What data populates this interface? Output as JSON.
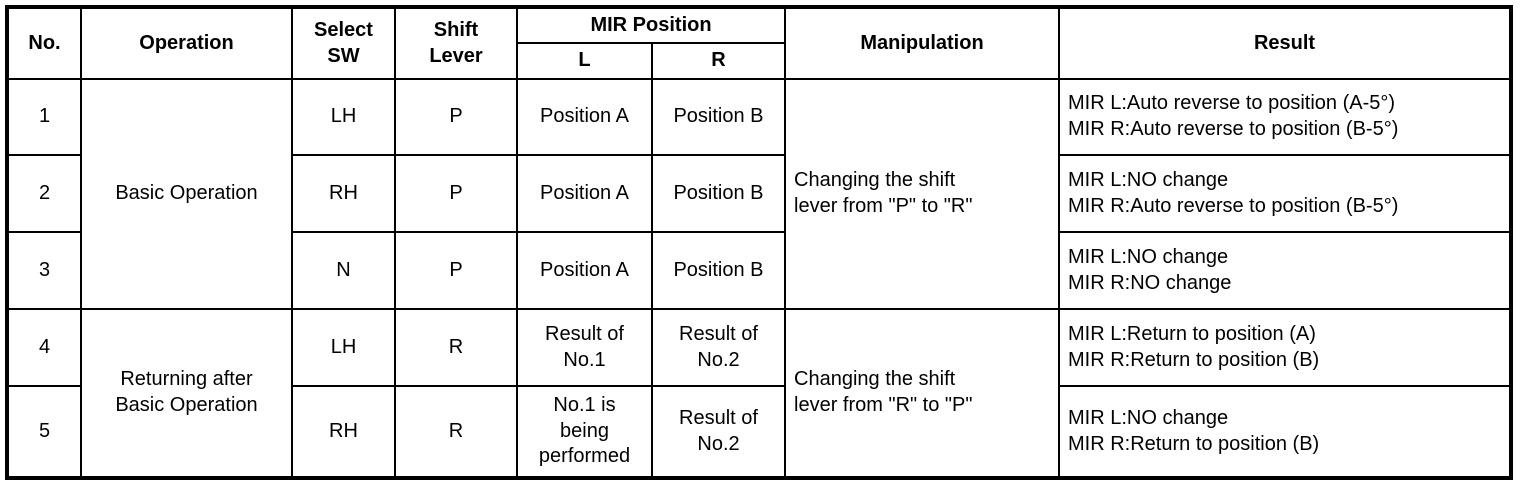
{
  "header": {
    "no": "No.",
    "operation": "Operation",
    "select_sw": [
      "Select",
      "SW"
    ],
    "shift_lever": [
      "Shift",
      "Lever"
    ],
    "mir_position": "MIR Position",
    "mir_l": "L",
    "mir_r": "R",
    "manipulation": "Manipulation",
    "result": "Result"
  },
  "groups": {
    "basic": {
      "operation": "Basic Operation",
      "manipulation": [
        "Changing the shift",
        "lever from \"P\" to \"R\""
      ]
    },
    "returning": {
      "operation": [
        "Returning after",
        "Basic Operation"
      ],
      "manipulation": [
        "Changing the shift",
        "lever from \"R\" to \"P\""
      ]
    }
  },
  "rows": [
    {
      "no": "1",
      "select_sw": "LH",
      "shift_lever": "P",
      "mir_l": "Position A",
      "mir_r": "Position B",
      "result": [
        "MIR L:Auto reverse to position (A-5°)",
        "MIR R:Auto reverse to position (B-5°)"
      ]
    },
    {
      "no": "2",
      "select_sw": "RH",
      "shift_lever": "P",
      "mir_l": "Position A",
      "mir_r": "Position B",
      "result": [
        "MIR L:NO change",
        "MIR R:Auto reverse to position (B-5°)"
      ]
    },
    {
      "no": "3",
      "select_sw": "N",
      "shift_lever": "P",
      "mir_l": "Position A",
      "mir_r": "Position B",
      "result": [
        "MIR L:NO change",
        "MIR R:NO change"
      ]
    },
    {
      "no": "4",
      "select_sw": "LH",
      "shift_lever": "R",
      "mir_l": [
        "Result of",
        "No.1"
      ],
      "mir_r": [
        "Result of",
        "No.2"
      ],
      "result": [
        "MIR L:Return to position (A)",
        "MIR R:Return to position (B)"
      ]
    },
    {
      "no": "5",
      "select_sw": "RH",
      "shift_lever": "R",
      "mir_l": [
        "No.1 is",
        "being",
        "performed"
      ],
      "mir_r": [
        "Result of",
        "No.2"
      ],
      "result": [
        "MIR L:NO change",
        "MIR R:Return to position (B)"
      ]
    }
  ],
  "colors": {
    "border": "#000000",
    "background": "#ffffff",
    "text": "#000000"
  }
}
